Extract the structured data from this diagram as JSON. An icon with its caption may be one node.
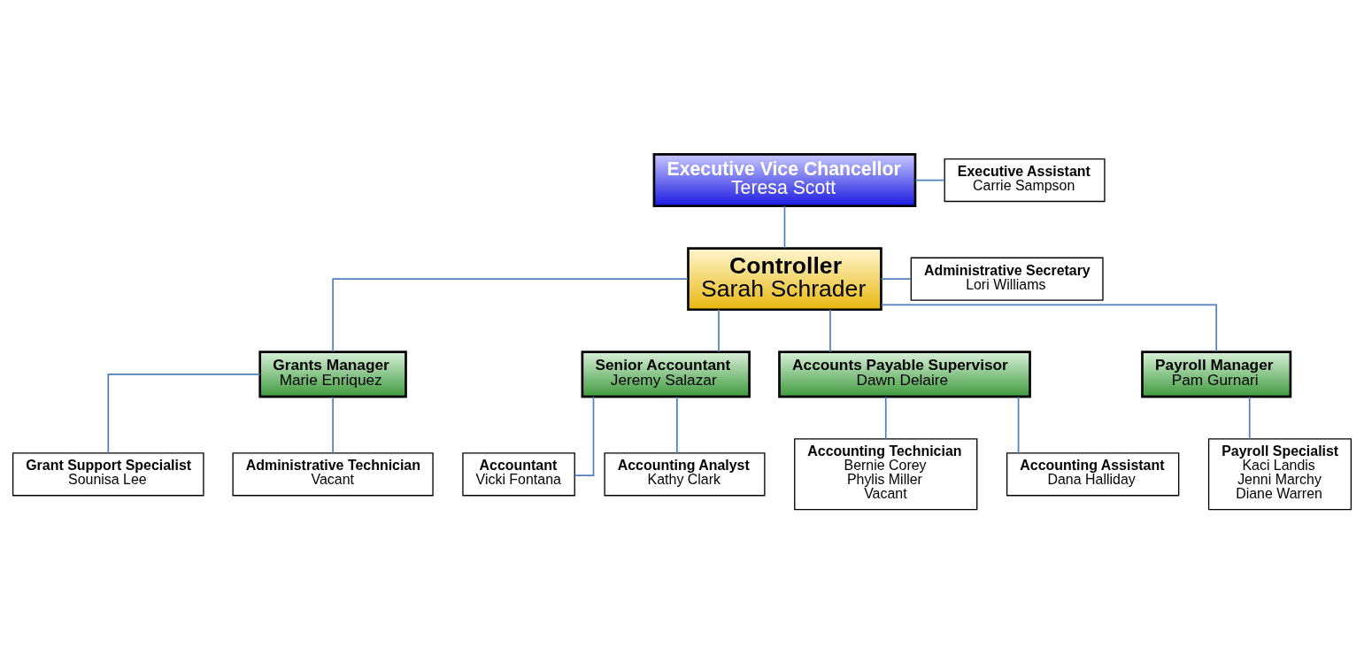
{
  "diagram": {
    "nodes": [
      {
        "text": [
          "Executive Vice Chancellor",
          "Teresa Scott"
        ]
      },
      {
        "text": [
          "Executive Assistant",
          "Carrie Sampson"
        ]
      },
      {
        "text": [
          "Controller",
          "Sarah Schrader"
        ]
      },
      {
        "text": [
          "Administrative Secretary",
          "Lori Williams"
        ]
      },
      {
        "text": [
          "Grants Manager",
          "Marie Enriquez"
        ]
      },
      {
        "text": [
          "Senior Accountant",
          "Jeremy Salazar"
        ]
      },
      {
        "text": [
          "Accounts Payable Supervisor",
          "Dawn Delaire"
        ]
      },
      {
        "text": [
          "Payroll Manager",
          "Pam Gurnari"
        ]
      },
      {
        "text": [
          "Grant Support Specialist",
          "Sounisa Lee"
        ]
      },
      {
        "text": [
          "Administrative Technician",
          "Vacant"
        ]
      },
      {
        "text": [
          "Accountant",
          "Vicki Fontana"
        ]
      },
      {
        "text": [
          "Accounting Analyst",
          "Kathy Clark"
        ]
      },
      {
        "text": [
          "Accounting Technician",
          "Bernie Corey",
          "Phylis Miller",
          "Vacant"
        ]
      },
      {
        "text": [
          "Accounting Assistant",
          "Dana Halliday"
        ]
      },
      {
        "text": [
          "Payroll Specialist",
          "Kaci Landis",
          "Jenni Marchy",
          "Diane Warren"
        ]
      }
    ],
    "edges": [
      {
        "from": 0,
        "to": 1,
        "arrow": "none"
      },
      {
        "from": 0,
        "to": 2,
        "arrow": "none"
      },
      {
        "from": 2,
        "to": 3,
        "arrow": "none"
      },
      {
        "from": 2,
        "to": 4,
        "arrow": "none"
      },
      {
        "from": 2,
        "to": 5,
        "arrow": "none"
      },
      {
        "from": 2,
        "to": 6,
        "arrow": "none"
      },
      {
        "from": 2,
        "to": 7,
        "arrow": "none"
      },
      {
        "from": 4,
        "to": 8,
        "arrow": "none"
      },
      {
        "from": 4,
        "to": 9,
        "arrow": "none"
      },
      {
        "from": 5,
        "to": 10,
        "arrow": "none"
      },
      {
        "from": 5,
        "to": 11,
        "arrow": "none"
      },
      {
        "from": 6,
        "to": 12,
        "arrow": "none"
      },
      {
        "from": 6,
        "to": 13,
        "arrow": "none"
      },
      {
        "from": 7,
        "to": 14,
        "arrow": "none"
      }
    ]
  }
}
